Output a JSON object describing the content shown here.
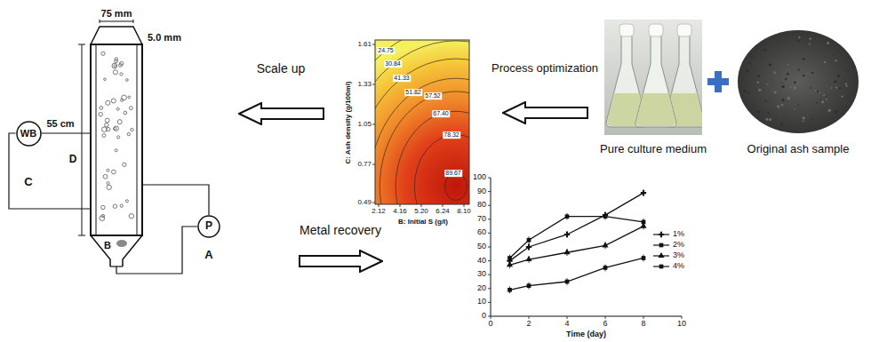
{
  "diagram": {
    "nodes": [
      {
        "text": [
          "WB"
        ]
      },
      {
        "text": [
          "P"
        ]
      },
      {
        "text": [
          "Scale up"
        ]
      },
      {
        "text": [
          "Process optimization"
        ]
      },
      {
        "text": [
          "Metal recovery"
        ]
      }
    ],
    "labels": [
      "75 mm",
      "5.0 mm",
      "D",
      "55 cm",
      "C",
      "B",
      "A",
      "1.61",
      "1.33",
      "1.05",
      "0.77",
      "0.49",
      "C: Ash density (g/100ml)",
      "2.12",
      "4.16",
      "5.20",
      "6.24",
      "8.10",
      "B: Initial S (g/l)",
      "24.75",
      "30.84",
      "41.33",
      "51.82",
      "57.52",
      "67.40",
      "78.32",
      "89.67",
      "Pure culture medium",
      "Original ash sample",
      "100",
      "90",
      "80",
      "70",
      "60",
      "50",
      "40",
      "30",
      "20",
      "10",
      "0",
      "0",
      "2",
      "4",
      "6",
      "8",
      "10",
      "Time (day)"
    ],
    "legend": [
      {
        "text": "1%"
      },
      {
        "text": "2%"
      },
      {
        "text": "3%"
      },
      {
        "text": "4%"
      }
    ]
  }
}
